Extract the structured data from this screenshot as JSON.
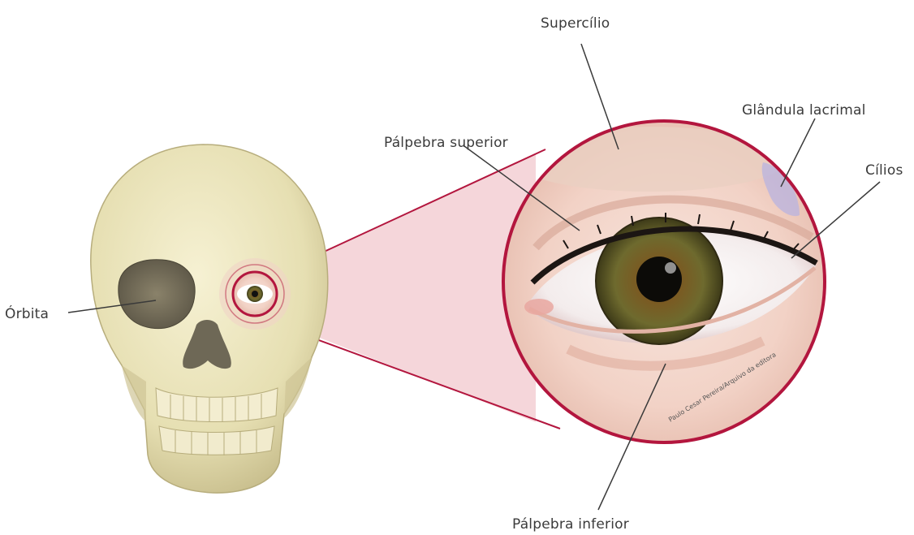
{
  "labels": {
    "orbita": "Órbita",
    "supercilio": "Supercílio",
    "palpebra_superior": "Pálpebra superior",
    "glandula_lacrimal": "Glândula lacrimal",
    "cilios": "Cílios",
    "palpebra_inferior": "Pálpebra inferior"
  },
  "credit": "Paulo Cesar Pereira/Arquivo da editora",
  "colors": {
    "magnify_ring": "#b3163e",
    "magnify_cone": "#f2c6cc",
    "skull_bone": "#ece6bf",
    "skull_shadow": "#bdb48a",
    "iris": "#6f6a2a",
    "leader_line": "#3a3a3a"
  }
}
